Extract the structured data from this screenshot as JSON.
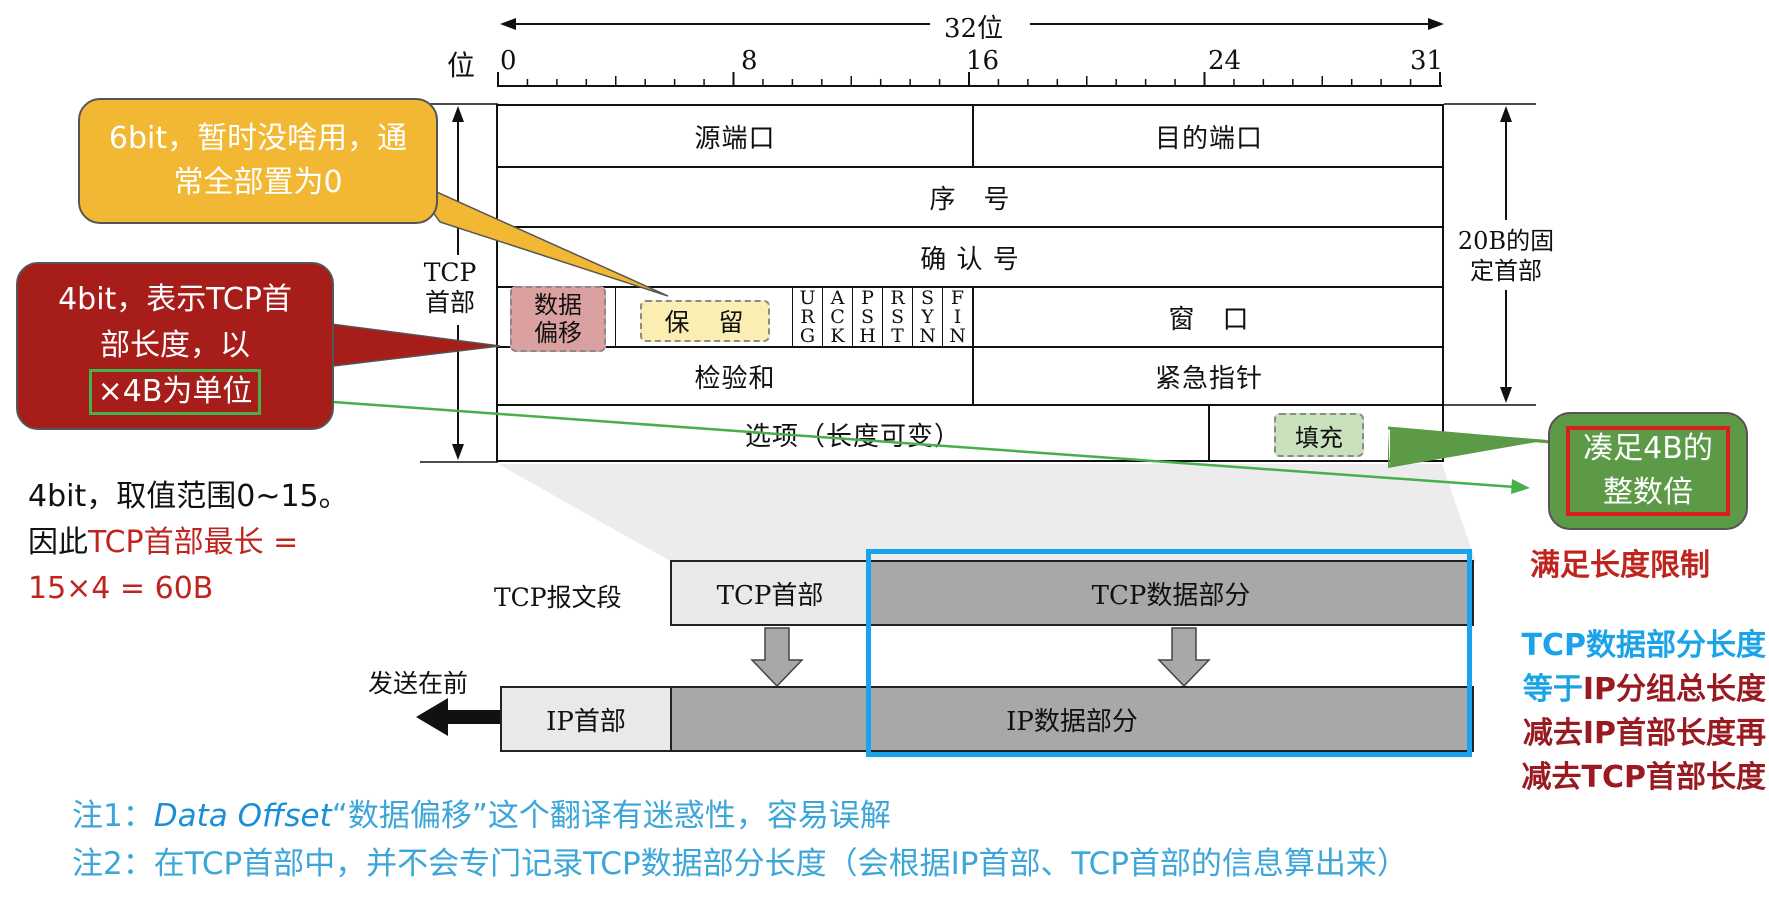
{
  "bit_ruler": {
    "title": "32位",
    "unit_label": "位",
    "ticks": [
      "0",
      "8",
      "16",
      "24",
      "31"
    ]
  },
  "header_rows": {
    "src_port": "源端口",
    "dst_port": "目的端口",
    "seq": "序　号",
    "ack": "确 认 号",
    "data_offset": "数据偏移",
    "reserved": "保　留",
    "flags": [
      "URG",
      "ACK",
      "PSH",
      "RST",
      "SYN",
      "FIN"
    ],
    "window": "窗　口",
    "checksum": "检验和",
    "urgent_ptr": "紧急指针",
    "options": "选项（长度可变）",
    "padding": "填充"
  },
  "side_labels": {
    "tcp_header": "TCP首部",
    "fixed_header": "20B的固定首部"
  },
  "callouts": {
    "reserved_note": "6bit，暂时没啥用，通常全部置为0",
    "offset_note_prefix": "4bit，表示TCP首部长度，以",
    "offset_note_highlight": "×4B为单位",
    "padding_note": "凑足4B的整数倍",
    "padding_sub": "满足长度限制"
  },
  "range_note": {
    "line1": "4bit，取值范围0~15。",
    "line2_black": "因此",
    "line2_red": "TCP首部最长 =",
    "line3": "15×4 = 60B"
  },
  "segment": {
    "label": "TCP报文段",
    "tcp_header": "TCP首部",
    "tcp_data": "TCP数据部分",
    "send_first": "发送在前",
    "ip_header": "IP首部",
    "ip_data": "IP数据部分"
  },
  "length_note": {
    "l1": "TCP数据部分长度",
    "l2_a": "等于",
    "l2_b": "IP分组总长度",
    "l3": "减去IP首部长度再",
    "l4": "减去TCP首部长度"
  },
  "notes": {
    "n1_prefix": "注1：",
    "n1_italic": "Data Offset",
    "n1_rest": "“数据偏移”这个翻译有迷惑性，容易误解",
    "n2": "注2：在TCP首部中，并不会专门记录TCP数据部分长度（会根据IP首部、TCP首部的信息算出来）"
  },
  "colors": {
    "yellow": "#f2b733",
    "dark_red": "#a61d1a",
    "green": "#5d9a48",
    "blue": "#1aa3e8",
    "note_blue": "#3ca6d9",
    "red_text": "#c0241f",
    "length_red": "#9a1a22"
  }
}
